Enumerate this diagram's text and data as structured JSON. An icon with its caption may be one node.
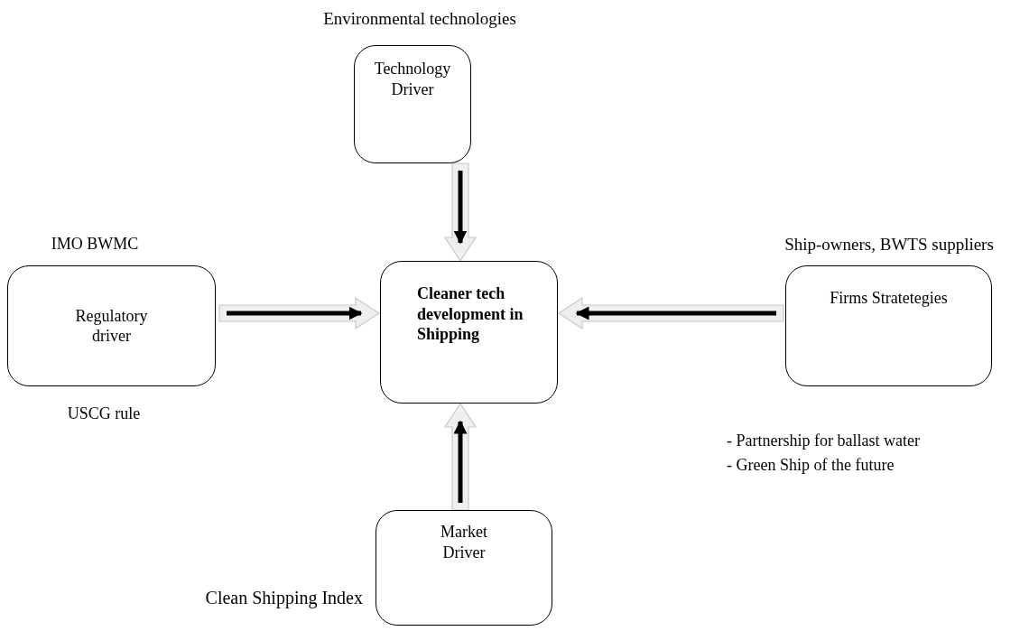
{
  "diagram": {
    "nodes": [
      {
        "text": [
          "Technology Driver"
        ],
        "beside": [
          "Environmental technologies"
        ]
      },
      {
        "text": [
          "Regulatory driver"
        ],
        "beside": [
          "IMO BWMC",
          "USCG rule"
        ]
      },
      {
        "text": [
          "Cleaner tech development in Shipping"
        ]
      },
      {
        "text": [
          "Firms Stratetegies"
        ],
        "beside": [
          "Ship-owners, BWTS suppliers",
          "- Partnership for ballast water",
          "- Green Ship of the future"
        ]
      },
      {
        "text": [
          "Market Driver"
        ],
        "beside": [
          "Clean Shipping Index"
        ]
      }
    ],
    "edges": [
      {
        "from": 0,
        "to": 2,
        "arrow": "to"
      },
      {
        "from": 1,
        "to": 2,
        "arrow": "to"
      },
      {
        "from": 3,
        "to": 2,
        "arrow": "to"
      },
      {
        "from": 4,
        "to": 2,
        "arrow": "to"
      }
    ]
  }
}
